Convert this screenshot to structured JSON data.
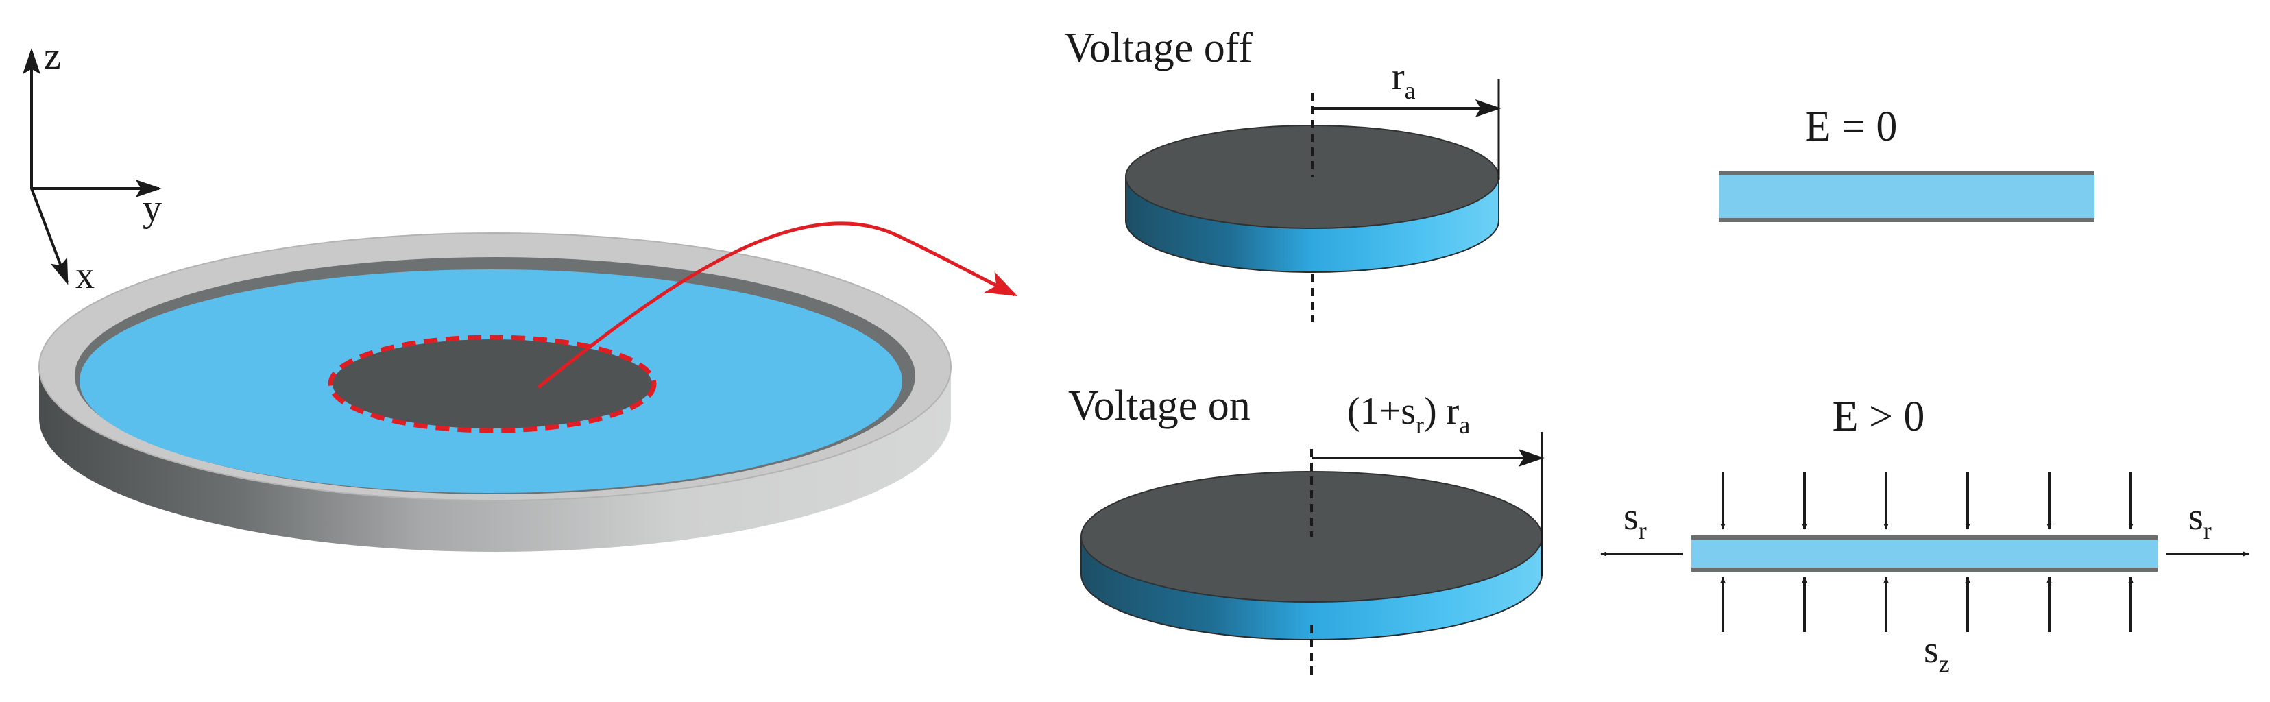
{
  "axes": {
    "z": "z",
    "y": "y",
    "x": "x"
  },
  "voltage_off": {
    "title": "Voltage off",
    "radius_label": {
      "main": "r",
      "sub": "a"
    },
    "field_label": "E = 0"
  },
  "voltage_on": {
    "title": "Voltage on",
    "radius_label": {
      "prefix": "(1+s",
      "sub1": "r",
      "mid": ") r",
      "sub2": "a"
    },
    "field_label": "E > 0",
    "strain_left": {
      "main": "s",
      "sub": "r"
    },
    "strain_right": {
      "main": "s",
      "sub": "r"
    },
    "strain_bottom": {
      "main": "s",
      "sub": "z"
    }
  },
  "colors": {
    "electrode": "#505354",
    "elastomer": "#5bbfee",
    "layer": "#7dcdf1",
    "frame": "#c8c8c8",
    "highlight_arrow": "#e11d24"
  }
}
